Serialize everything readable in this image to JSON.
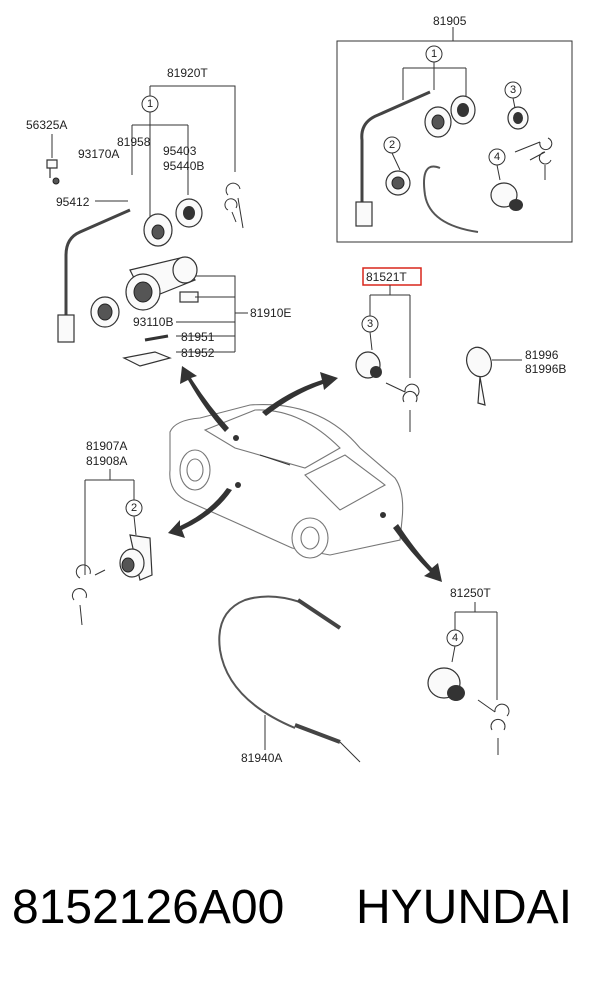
{
  "labels": {
    "l81905": "81905",
    "l81920T": "81920T",
    "l56325A": "56325A",
    "l81958": "81958",
    "l93170A": "93170A",
    "l95403": "95403",
    "l95440B": "95440B",
    "l95412": "95412",
    "l81910E": "81910E",
    "l93110B": "93110B",
    "l81951": "81951",
    "l81952": "81952",
    "l81521T": "81521T",
    "l81996": "81996",
    "l81996B": "81996B",
    "l81907A": "81907A",
    "l81908A": "81908A",
    "l81250T": "81250T",
    "l81940A": "81940A"
  },
  "callouts": {
    "c1": "1",
    "c2": "2",
    "c3": "3",
    "c4": "4"
  },
  "highlight_color": "#d9261c",
  "caption": {
    "part_number": "8152126A00",
    "brand": "HYUNDAI"
  }
}
